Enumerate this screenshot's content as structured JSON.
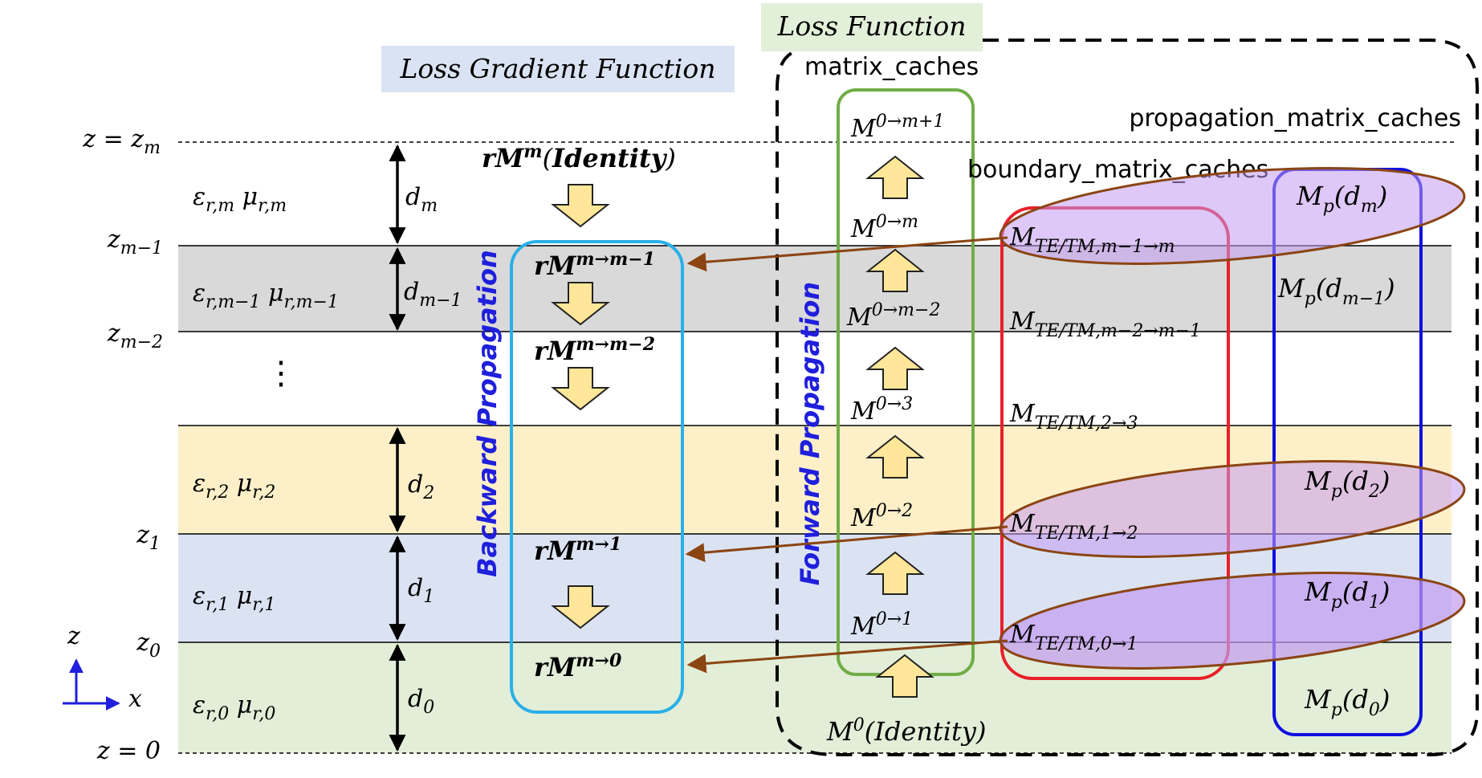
{
  "headers": {
    "loss_gradient_function": "Loss Gradient Function",
    "loss_function": "Loss Function"
  },
  "colors": {
    "layer_m_minus_1": "#d9d9d9",
    "layer_2": "#fdf0c9",
    "layer_1": "#dbe3f3",
    "layer_0": "#e2eed8",
    "header_blue": "#dae3f3",
    "header_green": "#e2efd9",
    "backward_box": "#29b0e8",
    "forward_box": "#70ad47",
    "boundary_box": "#e8202a",
    "propagation_box": "#1010e0",
    "ellipse_fill": "#c39bf0",
    "ellipse_stroke": "#8b4513",
    "arrow_fill": "#ffe699",
    "arrow_stroke": "#222222",
    "annotation_blue": "#1f1fdc"
  },
  "z_labels": {
    "zm": "z = zm",
    "zm1": "zm−1",
    "zm2": "zm−2",
    "z1": "z1",
    "z0": "z0",
    "zero": "z = 0"
  },
  "layers": {
    "m": "εr,m μr,m",
    "m1": "εr,m−1 μr,m−1",
    "two": "εr,2 μr,2",
    "one": "εr,1 μr,1",
    "zero": "εr,0 μr,0",
    "ellipsis": "⋮"
  },
  "thickness": {
    "dm": "dm",
    "dm1": "dm−1",
    "d2": "d2",
    "d1": "d1",
    "d0": "d0"
  },
  "backward": {
    "label": "Backward Propagation",
    "items": [
      "rMm(Identity)",
      "rMm→m−1",
      "rMm→m−2",
      "rMm→1",
      "rMm→0"
    ]
  },
  "forward": {
    "label": "Forward Propagation",
    "items": [
      "M0→m+1",
      "M0→m",
      "M0→m−2",
      "M0→3",
      "M0→2",
      "M0→1",
      "M0(Identity)"
    ]
  },
  "caches": {
    "matrix": "matrix_caches",
    "propagation": "propagation_matrix_caches",
    "boundary": "boundary_matrix_caches"
  },
  "boundary_items": [
    "MTE/TM,m−1→m",
    "MTE/TM,m−2→m−1",
    "MTE/TM,2→3",
    "MTE/TM,1→2",
    "MTE/TM,0→1"
  ],
  "propagation_items": [
    "Mp(dm)",
    "Mp(dm−1)",
    "Mp(d2)",
    "Mp(d1)",
    "Mp(d0)"
  ],
  "axes": {
    "z": "z",
    "x": "x"
  }
}
